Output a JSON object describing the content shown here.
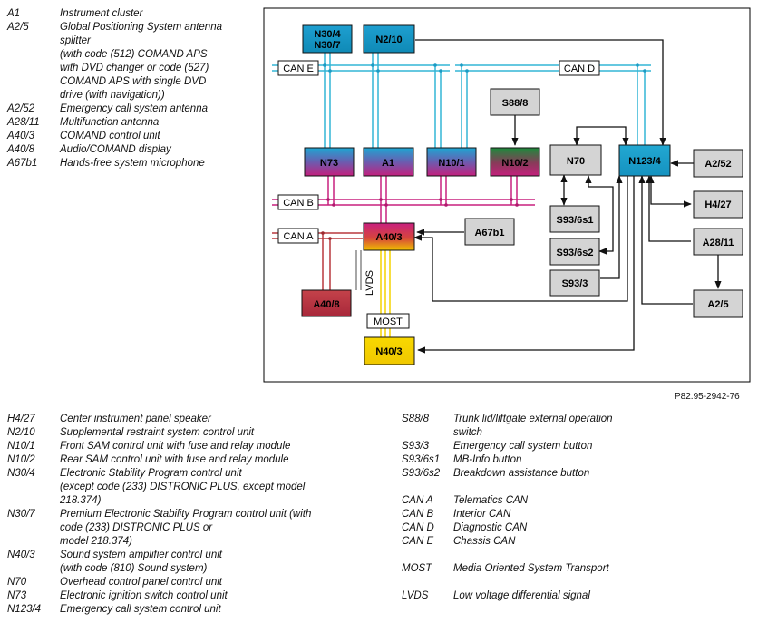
{
  "legend_top": [
    {
      "code": "A1",
      "desc": [
        "Instrument cluster"
      ]
    },
    {
      "code": "A2/5",
      "desc": [
        "Global Positioning System antenna",
        "splitter",
        "(with code (512) COMAND APS",
        "with DVD changer or code (527)",
        "COMAND APS with single DVD",
        "drive (with navigation))"
      ]
    },
    {
      "code": "A2/52",
      "desc": [
        "Emergency call system antenna"
      ]
    },
    {
      "code": "A28/11",
      "desc": [
        "Multifunction antenna"
      ]
    },
    {
      "code": "A40/3",
      "desc": [
        "COMAND control unit"
      ]
    },
    {
      "code": "A40/8",
      "desc": [
        "Audio/COMAND display"
      ]
    },
    {
      "code": "A67b1",
      "desc": [
        "Hands-free system microphone"
      ]
    }
  ],
  "legend_bottom_left": [
    {
      "code": "H4/27",
      "desc": [
        "Center instrument panel speaker"
      ]
    },
    {
      "code": "N2/10",
      "desc": [
        "Supplemental restraint system control unit"
      ]
    },
    {
      "code": "N10/1",
      "desc": [
        "Front SAM control unit with fuse and relay module"
      ]
    },
    {
      "code": "N10/2",
      "desc": [
        "Rear SAM control unit with fuse and relay module"
      ]
    },
    {
      "code": "N30/4",
      "desc": [
        "Electronic Stability Program control unit",
        "(except code (233) DISTRONIC PLUS, except model",
        "218.374)"
      ]
    },
    {
      "code": "N30/7",
      "desc": [
        "Premium Electronic Stability Program control unit (with",
        "code (233) DISTRONIC PLUS or",
        "model 218.374)"
      ]
    },
    {
      "code": "N40/3",
      "desc": [
        "Sound system amplifier control unit",
        "(with code (810) Sound system)"
      ]
    },
    {
      "code": "N70",
      "desc": [
        "Overhead control panel control unit"
      ]
    },
    {
      "code": "N73",
      "desc": [
        "Electronic ignition switch control unit"
      ]
    },
    {
      "code": "N123/4",
      "desc": [
        "Emergency call system control unit"
      ]
    }
  ],
  "legend_bottom_right": [
    {
      "code": "S88/8",
      "desc": [
        "Trunk lid/liftgate external operation",
        "switch"
      ]
    },
    {
      "code": "S93/3",
      "desc": [
        "Emergency call system button"
      ]
    },
    {
      "code": "S93/6s1",
      "desc": [
        "MB-Info button"
      ]
    },
    {
      "code": "S93/6s2",
      "desc": [
        "Breakdown assistance button"
      ]
    },
    {
      "code": "",
      "desc": []
    },
    {
      "code": "CAN A",
      "desc": [
        "Telematics CAN"
      ]
    },
    {
      "code": "CAN B",
      "desc": [
        "Interior CAN"
      ]
    },
    {
      "code": "CAN D",
      "desc": [
        "Diagnostic CAN"
      ]
    },
    {
      "code": "CAN E",
      "desc": [
        "Chassis CAN"
      ]
    },
    {
      "code": "",
      "desc": []
    },
    {
      "code": "MOST",
      "desc": [
        "Media Oriented System Transport"
      ]
    },
    {
      "code": "",
      "desc": []
    },
    {
      "code": "LVDS",
      "desc": [
        "Low voltage differential signal"
      ]
    }
  ],
  "reference": "P82.95-2942-76",
  "diagram": {
    "boxes": {
      "n30": [
        "N30/4",
        "N30/7"
      ],
      "n2_10": [
        "N2/10"
      ],
      "s88_8": [
        "S88/8"
      ],
      "n73": [
        "N73"
      ],
      "a1": [
        "A1"
      ],
      "n10_1": [
        "N10/1"
      ],
      "n10_2": [
        "N10/2"
      ],
      "n70": [
        "N70"
      ],
      "n123_4": [
        "N123/4"
      ],
      "a2_52": [
        "A2/52"
      ],
      "h4_27": [
        "H4/27"
      ],
      "s93_6s1": [
        "S93/6s1"
      ],
      "s93_6s2": [
        "S93/6s2"
      ],
      "s93_3": [
        "S93/3"
      ],
      "a28_11": [
        "A28/11"
      ],
      "a2_5": [
        "A2/5"
      ],
      "a40_3": [
        "A40/3"
      ],
      "a67b1": [
        "A67b1"
      ],
      "a40_8": [
        "A40/8"
      ],
      "n40_3": [
        "N40/3"
      ]
    },
    "bus_labels": {
      "can_e": "CAN E",
      "can_d": "CAN D",
      "can_b": "CAN B",
      "can_a": "CAN A",
      "most": "MOST",
      "lvds": "LVDS"
    },
    "colors": {
      "can_e": "#33b5d6",
      "can_b": "#c8207f",
      "can_a": "#b8383e",
      "most": "#f4d300",
      "gray_box": "#d4d4d4"
    }
  }
}
